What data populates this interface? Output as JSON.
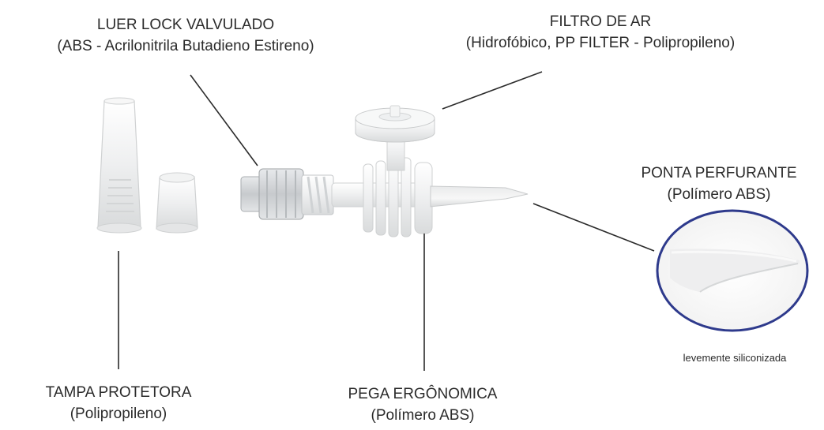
{
  "labels": {
    "luer_lock": {
      "title": "LUER LOCK VALVULADO",
      "material": "(ABS - Acrilonitrila Butadieno Estireno)"
    },
    "air_filter": {
      "title": "FILTRO DE AR",
      "material": "(Hidrofóbico, PP FILTER - Polipropileno)"
    },
    "piercing_tip": {
      "title": "PONTA PERFURANTE",
      "material": "(Polímero ABS)"
    },
    "protective_cap": {
      "title": "TAMPA PROTETORA",
      "material": "(Polipropileno)"
    },
    "ergonomic_grip": {
      "title": "PEGA ERGÔNOMICA",
      "material": "(Polímero ABS)"
    },
    "detail_note": "levemente siliconizada"
  },
  "colors": {
    "leader_line": "#2b2b2b",
    "zoom_circle": "#2e3a8c",
    "part_fill": "#f1f2f2",
    "part_edge": "#c9cbcc"
  }
}
